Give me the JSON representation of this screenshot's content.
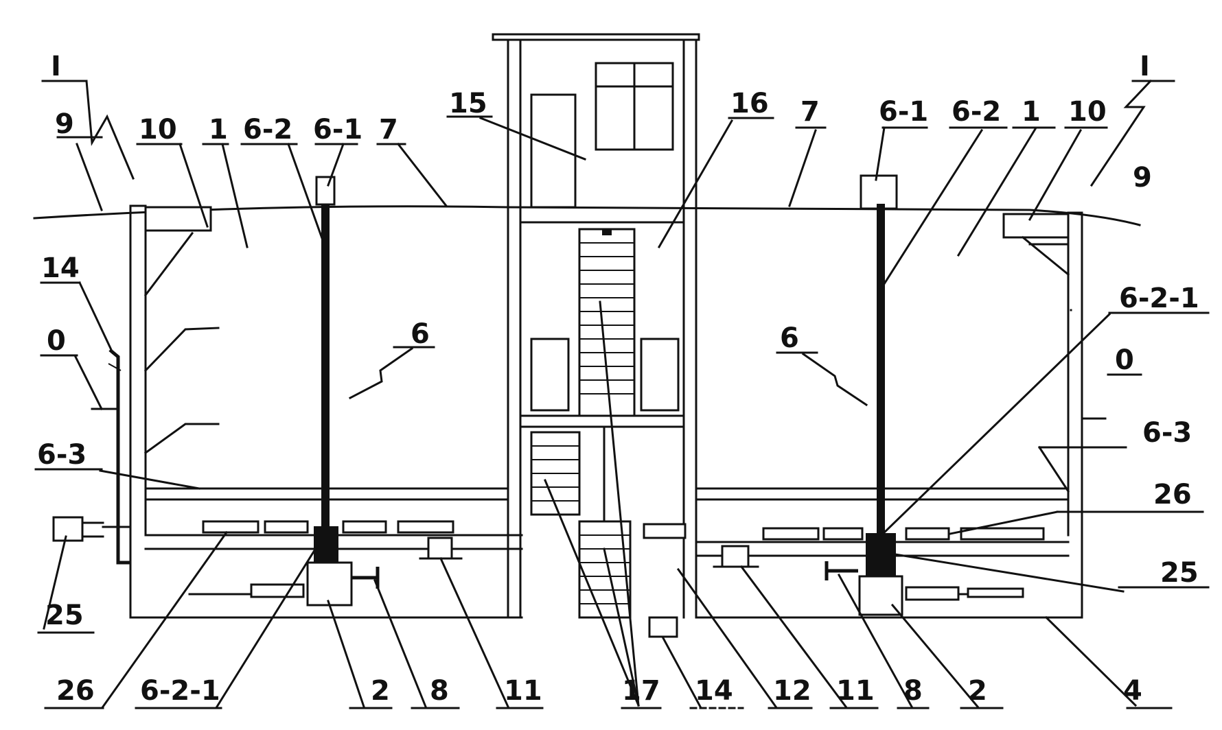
{
  "labels": {
    "I_left": "I",
    "I_right": "I",
    "9_left": "9",
    "9_right": "9",
    "10_left": "10",
    "10_right": "10",
    "1_left": "1",
    "1_right": "1",
    "6-2_left": "6-2",
    "6-2_right": "6-2",
    "6-1_left": "6-1",
    "6-1_right": "6-1",
    "7_left": "7",
    "7_right": "7",
    "15": "15",
    "16": "16",
    "14_left": "14",
    "14_bottom": "14",
    "0_left": "0",
    "0_right": "0",
    "6_left": "6",
    "6_right": "6",
    "6-2-1_right": "6-2-1",
    "6-2-1_bottom": "6-2-1",
    "6-3_left": "6-3",
    "6-3_right": "6-3",
    "26_right": "26",
    "26_bottom": "26",
    "25_left": "25",
    "25_right": "25",
    "2_left": "2",
    "2_right": "2",
    "8_left": "8",
    "8_right": "8",
    "11_left": "11",
    "11_right": "11",
    "17": "17",
    "12": "12",
    "4": "4"
  }
}
